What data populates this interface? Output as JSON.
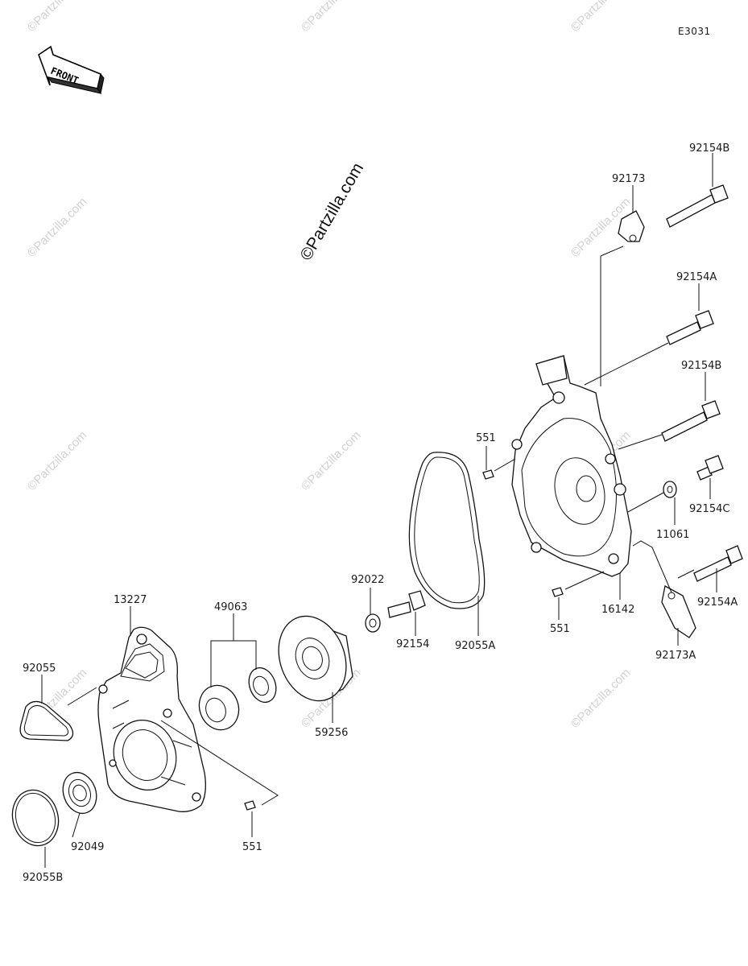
{
  "diagram_code": "E3031",
  "front_label": "FRONT",
  "watermark": "©Partzilla.com",
  "watermark_main": "©Partzilla.com",
  "parts": {
    "p13227": "13227",
    "p49063": "49063",
    "p92055": "92055",
    "p92049": "92049",
    "p92055B": "92055B",
    "p551_bottom": "551",
    "p59256": "59256",
    "p92022": "92022",
    "p92154": "92154",
    "p92055A": "92055A",
    "p551_mid": "551",
    "p551_right": "551",
    "p16142": "16142",
    "p92173": "92173",
    "p92154B_top": "92154B",
    "p92154A_top": "92154A",
    "p92154B_mid": "92154B",
    "p92154C": "92154C",
    "p11061": "11061",
    "p92154A_bottom": "92154A",
    "p92173A": "92173A"
  }
}
